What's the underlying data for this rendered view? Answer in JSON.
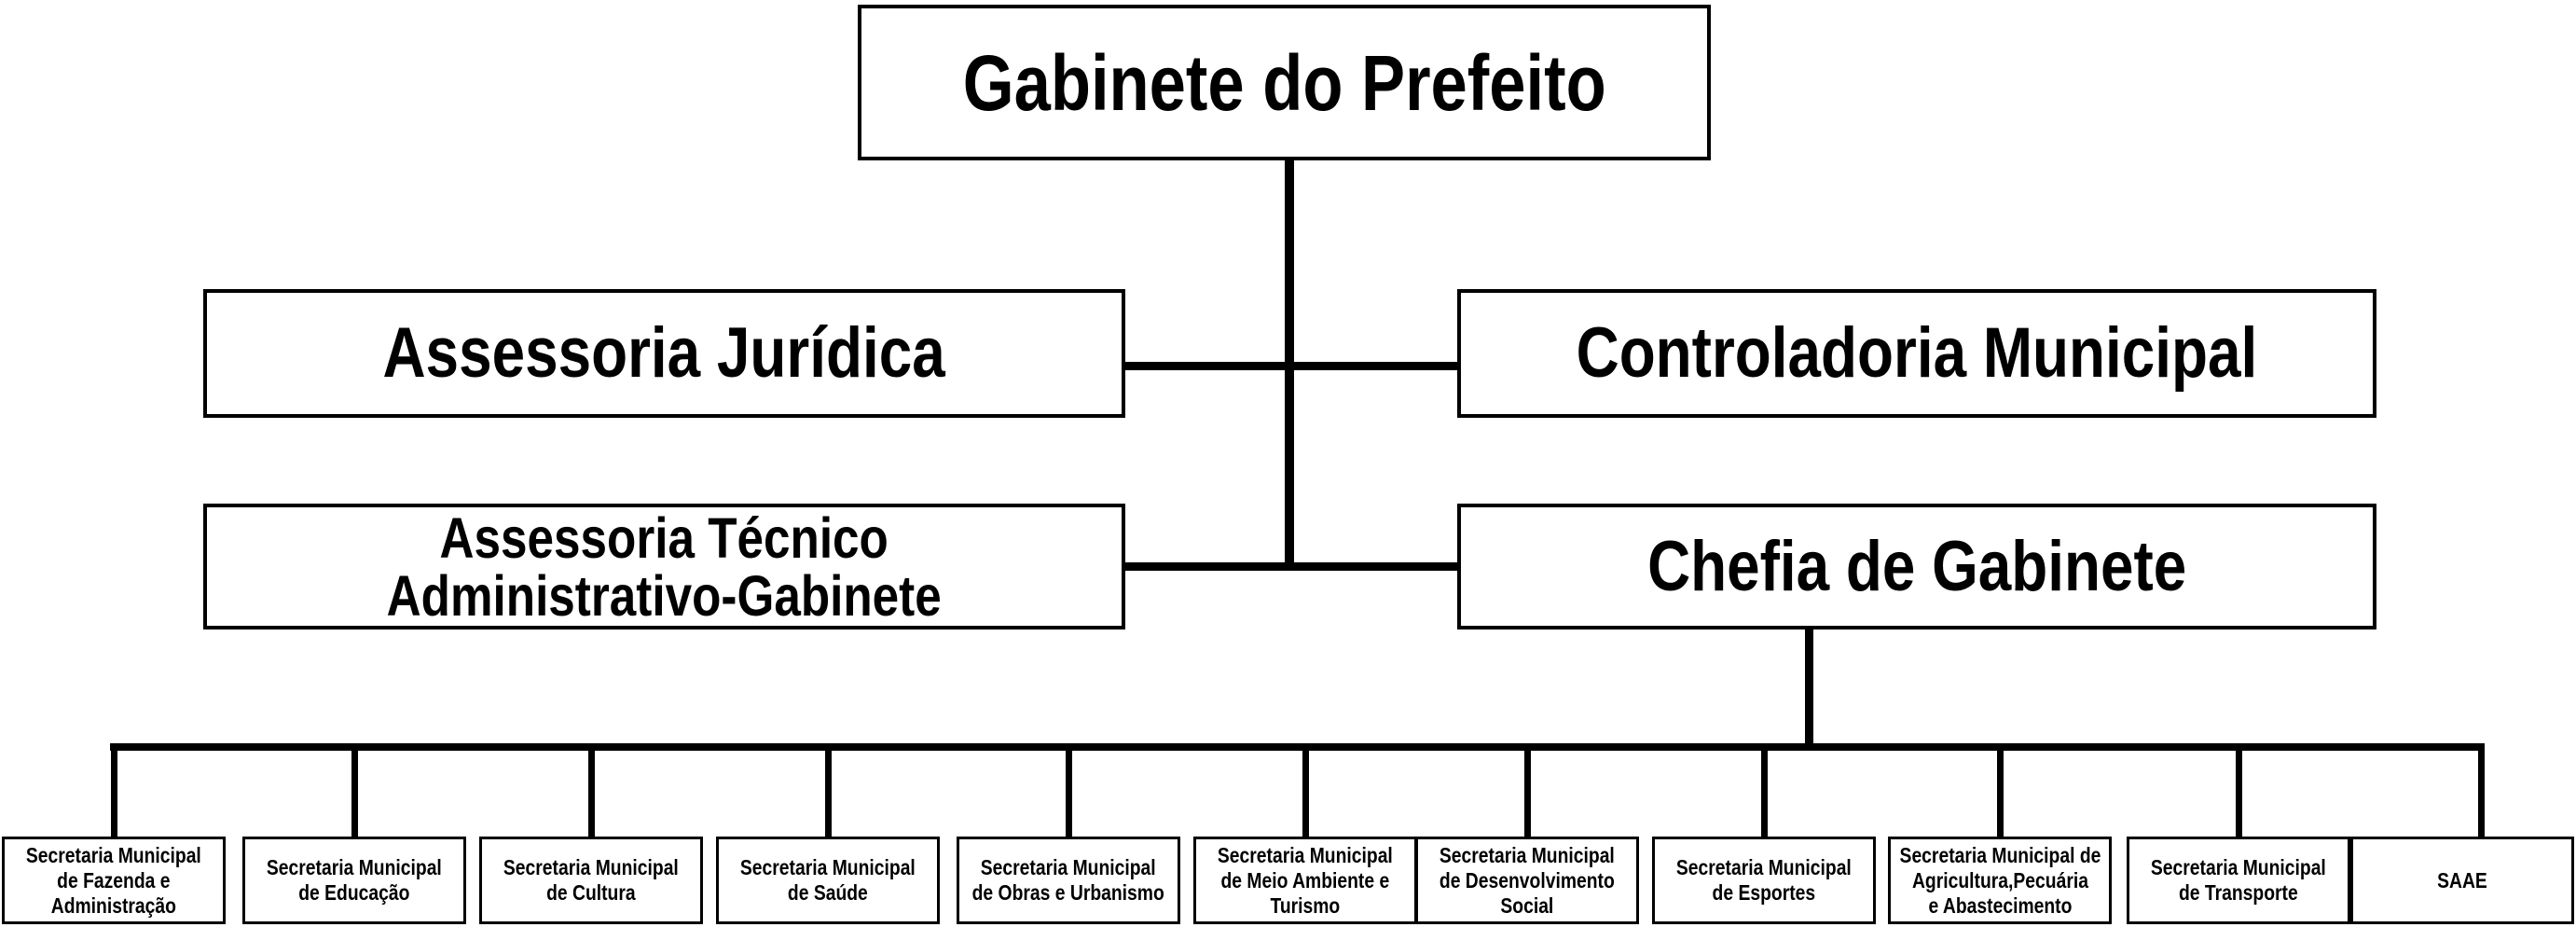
{
  "org": {
    "root": {
      "label": "Gabinete do Prefeito"
    },
    "level2": [
      {
        "label": "Assessoria Jurídica"
      },
      {
        "label": "Controladoria Municipal"
      }
    ],
    "level3": [
      {
        "label": "Assessoria Técnico\nAdministrativo-Gabinete"
      },
      {
        "label": "Chefia de Gabinete"
      }
    ],
    "departments": [
      {
        "label": "Secretaria Municipal\nde Fazenda e\nAdministração"
      },
      {
        "label": "Secretaria Municipal\nde Educação"
      },
      {
        "label": "Secretaria Municipal\nde Cultura"
      },
      {
        "label": "Secretaria Municipal\nde Saúde"
      },
      {
        "label": "Secretaria Municipal\nde Obras e Urbanismo"
      },
      {
        "label": "Secretaria Municipal\nde Meio Ambiente e\nTurismo"
      },
      {
        "label": "Secretaria Municipal\nde Desenvolvimento\nSocial"
      },
      {
        "label": "Secretaria Municipal\nde Esportes"
      },
      {
        "label": "Secretaria Municipal de\nAgricultura,Pecuária\ne Abastecimento"
      },
      {
        "label": "Secretaria Municipal\nde Transporte"
      },
      {
        "label": "SAAE"
      }
    ]
  },
  "colors": {
    "line": "#000000",
    "background": "#ffffff",
    "box_background": "#ffffff",
    "text": "#000000"
  }
}
